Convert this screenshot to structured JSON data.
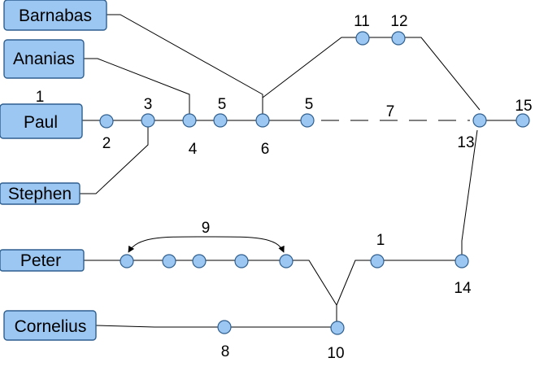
{
  "people": {
    "barnabas": "Barnabas",
    "ananias": "Ananias",
    "paul": "Paul",
    "stephen": "Stephen",
    "peter": "Peter",
    "cornelius": "Cornelius"
  },
  "labels": {
    "paul_1": "1",
    "n2": "2",
    "n3": "3",
    "n4": "4",
    "n5a": "5",
    "n6": "6",
    "n5b": "5",
    "n7": "7",
    "n11": "11",
    "n12": "12",
    "n13": "13",
    "n15": "15",
    "n9": "9",
    "peter_1": "1",
    "n14": "14",
    "n8": "8",
    "n10": "10"
  },
  "colors": {
    "fill": "#9cc7f2",
    "stroke": "#2f5f8f"
  }
}
